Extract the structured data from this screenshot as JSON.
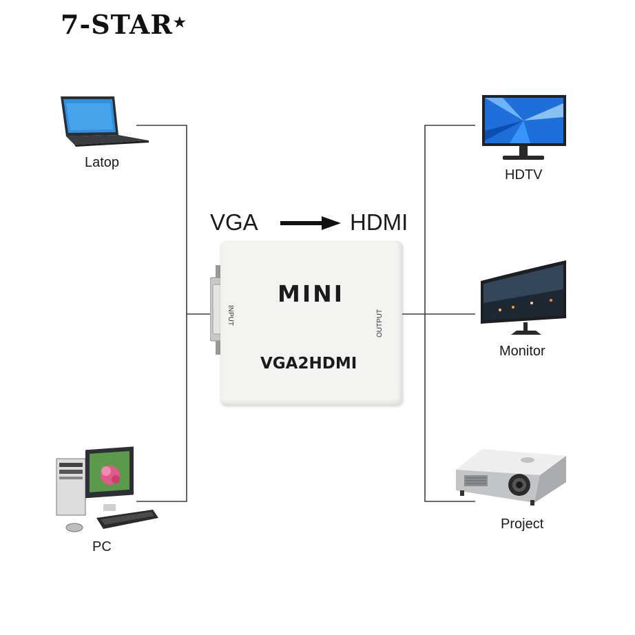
{
  "brand": {
    "name": "7-STAR",
    "star": "★"
  },
  "converter": {
    "input_label": "VGA",
    "output_label": "HDMI",
    "box_series": "MINI",
    "box_model": "VGA2HDMI",
    "port_input": "INPUT",
    "port_output": "OUTPUT"
  },
  "sources": [
    {
      "label": "Latop",
      "icon": "laptop-icon"
    },
    {
      "label": "PC",
      "icon": "desktop-pc-icon"
    }
  ],
  "displays": [
    {
      "label": "HDTV",
      "icon": "tv-icon"
    },
    {
      "label": "Monitor",
      "icon": "curved-monitor-icon"
    },
    {
      "label": "Project",
      "icon": "projector-icon"
    }
  ],
  "colors": {
    "lines": "#3a3a3a",
    "box": "#f3f3f1",
    "screen_blue": "#1e6fd9",
    "text": "#1a1a1a"
  }
}
